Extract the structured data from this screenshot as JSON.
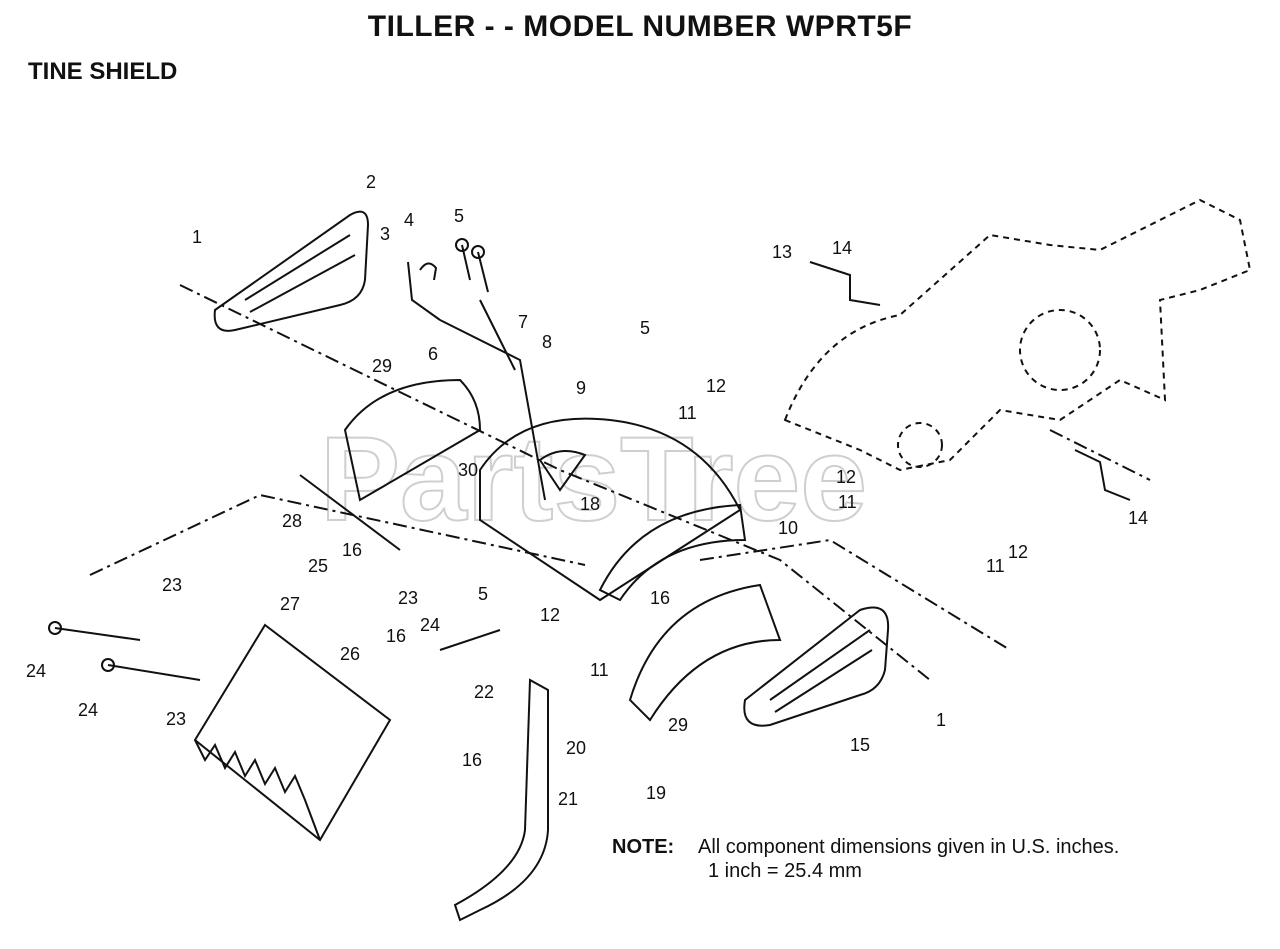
{
  "header": {
    "title": "TILLER - - MODEL NUMBER WPRT5F",
    "section": "TINE SHIELD"
  },
  "watermark": "PartsTree",
  "note": {
    "label": "NOTE:",
    "line1": "All component dimensions given in U.S. inches.",
    "line2": "1 inch = 25.4 mm"
  },
  "callouts": [
    "1",
    "2",
    "3",
    "4",
    "5",
    "5",
    "6",
    "7",
    "8",
    "29",
    "9",
    "30",
    "18",
    "28",
    "16",
    "25",
    "23",
    "23",
    "5",
    "16",
    "27",
    "24",
    "16",
    "26",
    "24",
    "22",
    "23",
    "24",
    "16",
    "20",
    "19",
    "21",
    "29",
    "15",
    "1",
    "12",
    "11",
    "12",
    "11",
    "10",
    "11",
    "12",
    "12",
    "11",
    "13",
    "14",
    "14"
  ]
}
